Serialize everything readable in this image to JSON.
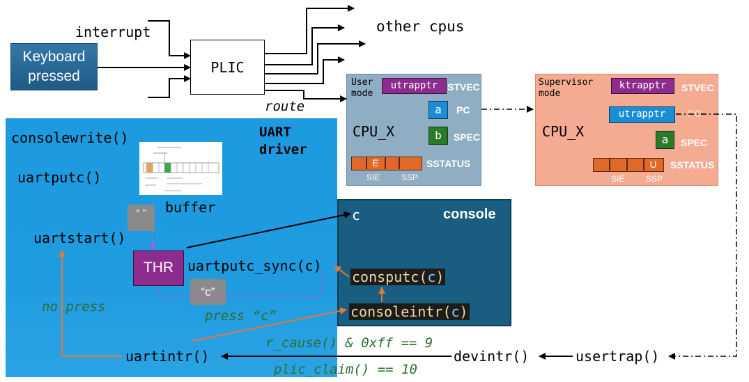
{
  "keyboard": {
    "line1": "Keyboard",
    "line2": "pressed"
  },
  "labels": {
    "interrupt": "interrupt",
    "plic": "PLIC",
    "other_cpus": "other cpus",
    "route": "route"
  },
  "user_mode": {
    "title_line1": "User",
    "title_line2": "mode",
    "utrapptr": "utrapptr",
    "stvec": "STVEC",
    "pc_value": "a",
    "pc": "PC",
    "spec_value": "b",
    "spec": "SPEC",
    "cpu": "CPU_X",
    "sstatus_e": "E",
    "sstatus": "SSTATUS",
    "sie": "SIE",
    "ssp": "SSP"
  },
  "supervisor_mode": {
    "title_line1": "Supervisor",
    "title_line2": "mode",
    "ktrapptr": "ktrapptr",
    "stvec": "STVEC",
    "utrapptr": "utrapptr",
    "pc": "PC",
    "spec_value": "a",
    "spec": "SPEC",
    "cpu": "CPU_X",
    "sstatus_u": "U",
    "sstatus": "SSTATUS",
    "sie": "SIE",
    "ssp": "SSP"
  },
  "uart": {
    "title_line1": "UART",
    "title_line2": "driver",
    "consolewrite": "consolewrite()",
    "uartputc": "uartputc()",
    "buffer": "buffer",
    "empty_char": "“ ”",
    "uartstart": "uartstart()",
    "thr": "THR",
    "uartputc_sync": "uartputc_sync(c)",
    "c_char": "“c”",
    "no_press": "no press",
    "press_c": "press “c”",
    "uartintr": "uartintr()"
  },
  "console": {
    "c": "c",
    "title": "console",
    "consputc_fn": "consputc(",
    "consputc_arg": "c",
    "consputc_close": ")",
    "consoleintr_fn": "consoleintr(",
    "consoleintr_arg": "c",
    "consoleintr_close": ")"
  },
  "bottom": {
    "r_cause": "r_cause() & 0xff == 9",
    "plic_claim": "plic_claim() == 10",
    "devintr": "devintr()",
    "usertrap": "usertrap()"
  },
  "colors": {
    "uart_blue": "#1e9ae0",
    "console_navy": "#195d80",
    "user_mode_gray": "#8faec4",
    "supervisor_salmon": "#f4ab92",
    "purple": "#8e2b8e",
    "green_text": "#2e6e2e",
    "orange_arrow": "#e07a3a",
    "magenta_dotted": "#d04fd0"
  }
}
